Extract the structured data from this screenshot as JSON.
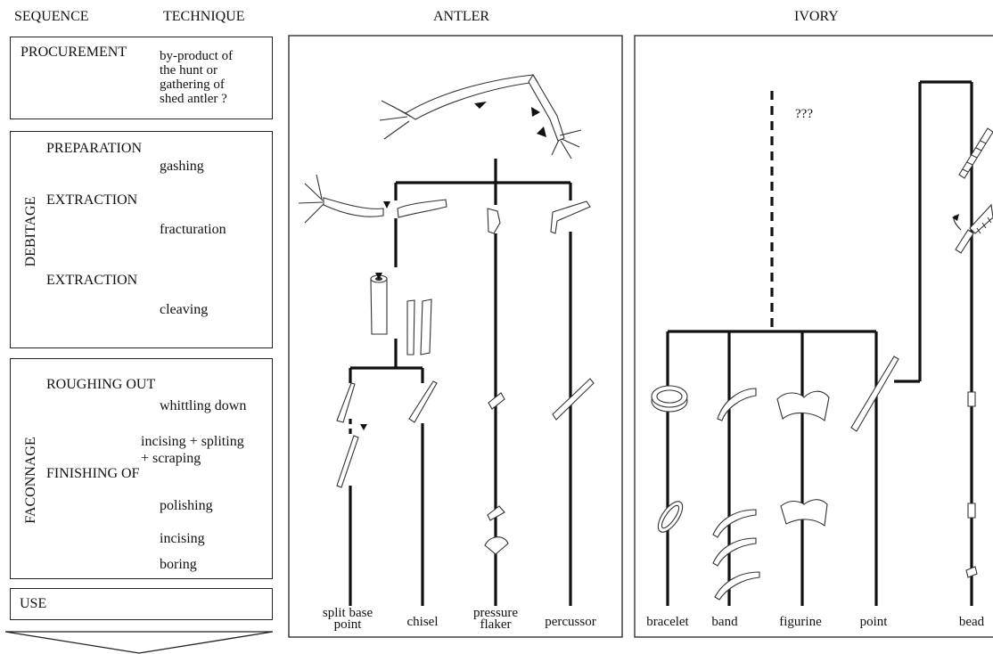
{
  "headers": {
    "sequence": "SEQUENCE",
    "technique": "TECHNIQUE",
    "antler": "ANTLER",
    "ivory": "IVORY"
  },
  "left_panel": {
    "procurement": {
      "stage": "PROCUREMENT",
      "technique_lines": [
        "by-product of",
        "the hunt or",
        "gathering of",
        "shed antler ?"
      ]
    },
    "debitage": {
      "group": "DEBITAGE",
      "preparation": "PREPARATION",
      "gashing": "gashing",
      "extraction_1": "EXTRACTION",
      "fracturation": "fracturation",
      "extraction_2": "EXTRACTION",
      "cleaving": "cleaving"
    },
    "faconnage": {
      "group": "FACONNAGE",
      "roughing_out": "ROUGHING OUT",
      "whittling_down": "whittling down",
      "incising_spliting_1": "incising + spliting",
      "incising_spliting_2": "+ scraping",
      "finishing_of": "FINISHING OF",
      "polishing": "polishing",
      "incising": "incising",
      "boring": "boring"
    },
    "use": "USE"
  },
  "antler": {
    "labels": {
      "split_base_point_1": "split base",
      "split_base_point_2": "point",
      "chisel": "chisel",
      "pressure_flaker_1": "pressure",
      "pressure_flaker_2": "flaker",
      "percussor": "percussor"
    }
  },
  "ivory": {
    "unknown": "???",
    "labels": {
      "bracelet": "bracelet",
      "band": "band",
      "figurine": "figurine",
      "point": "point",
      "bead": "bead"
    }
  }
}
